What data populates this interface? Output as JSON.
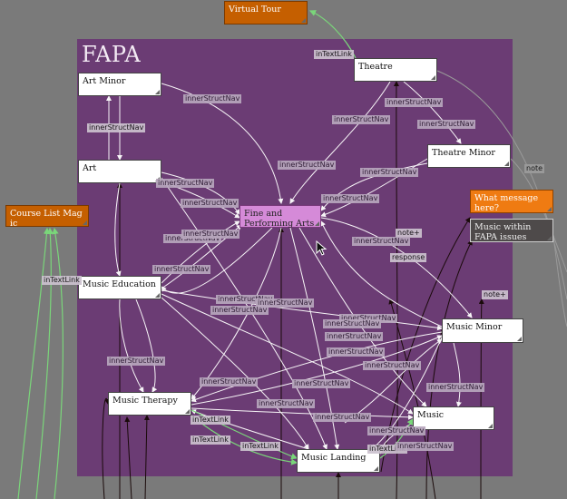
{
  "diagram": {
    "title": "FAPA",
    "nodes": [
      {
        "id": "virtual-tour",
        "label": "Virtual Tour",
        "style": "orange"
      },
      {
        "id": "theatre",
        "label": "Theatre",
        "style": "white"
      },
      {
        "id": "art-minor",
        "label": "Art Minor",
        "style": "white"
      },
      {
        "id": "theatre-minor",
        "label": "Theatre Minor",
        "style": "white"
      },
      {
        "id": "art",
        "label": "Art",
        "style": "white"
      },
      {
        "id": "course-list",
        "label": "Course List Mag ic",
        "style": "orange"
      },
      {
        "id": "fine-arts",
        "label": "Fine and Performing  Arts",
        "style": "pink"
      },
      {
        "id": "what-message",
        "label": "What message here?",
        "style": "bright"
      },
      {
        "id": "music-fapa",
        "label": "Music within FAPA issues",
        "style": "dark"
      },
      {
        "id": "music-education",
        "label": "Music Education",
        "style": "white"
      },
      {
        "id": "music-minor",
        "label": "Music Minor",
        "style": "white"
      },
      {
        "id": "music-therapy",
        "label": "Music Therapy",
        "style": "white"
      },
      {
        "id": "music",
        "label": "Music",
        "style": "white"
      },
      {
        "id": "music-landing",
        "label": "Music Landing",
        "style": "white"
      }
    ],
    "link_labels": [
      "inTextLink",
      "innerStructNav",
      "innerStructNav",
      "innerStructNav",
      "innerStructNav",
      "innerStructNav",
      "note",
      "innerStructNav",
      "innerStructNav",
      "innerStructNav",
      "innerStructNav",
      "innerStructNav",
      "note+",
      "innerStructNav",
      "response",
      "innerStructNav",
      "innerStructNav",
      "innerStructNav",
      "inTextLink",
      "innerStructNav",
      "note+",
      "innerStructNav",
      "innerStructNav",
      "innerStructNav",
      "innerStructNav",
      "innerStructNav",
      "innerStructNav",
      "innerStructNav",
      "innerStructNav",
      "innerStructNav",
      "innerStructNav",
      "innerStructNav",
      "innerStructNav",
      "inTextLink",
      "innerStructNav",
      "inTextLink",
      "inTextLink",
      "innerStructNav",
      "inTextLink",
      "innerStructNav"
    ]
  }
}
